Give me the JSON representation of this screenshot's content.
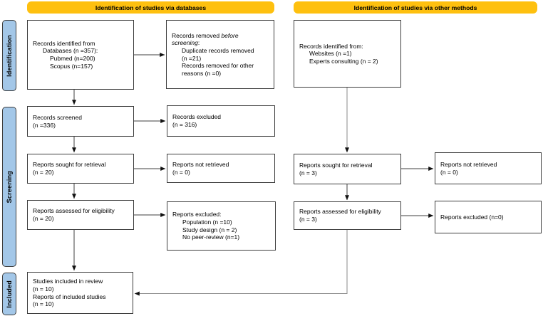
{
  "colors": {
    "banner_yellow": "#FEC00F",
    "stage_blue": "#A3C7E8",
    "box_border": "#3D3D3D",
    "line_dark": "#3F3F3F",
    "line_gray": "#8A8A8A"
  },
  "headers": {
    "databases": "Identification of studies via databases",
    "other_methods": "Identification of studies via other methods"
  },
  "stages": [
    {
      "label": "Identification"
    },
    {
      "label": "Screening"
    },
    {
      "label": "Included"
    }
  ],
  "nodes": {
    "records_identified_db": {
      "lines": [
        "Records identified from",
        "Databases (n =357):",
        "Pubmed (n=200)",
        "Scopus (n=157)"
      ]
    },
    "records_removed": {
      "line1_normal": "Records removed ",
      "line1_italic": "before",
      "line2_italic": "screening",
      "line2_suffix": ":",
      "lines": [
        "Duplicate records removed",
        "(n =21)",
        "Records removed for other",
        "reasons (n =0)"
      ]
    },
    "records_screened": {
      "lines": [
        "Records screened",
        "(n =336)"
      ]
    },
    "records_excluded": {
      "lines": [
        "Records excluded",
        "(n = 316)"
      ]
    },
    "reports_sought_db": {
      "lines": [
        "Reports sought for retrieval",
        "(n = 20)"
      ]
    },
    "reports_not_retrieved_db": {
      "lines": [
        "Reports not retrieved",
        "(n = 0)"
      ]
    },
    "reports_assessed_db": {
      "lines": [
        "Reports assessed for eligibility",
        "(n = 20)"
      ]
    },
    "reports_excluded_db": {
      "lines": [
        "Reports excluded:",
        "Population (n =10)",
        "Study design (n = 2)",
        "No peer-review (n=1)"
      ]
    },
    "studies_included": {
      "lines": [
        "Studies included in review",
        "(n = 10)",
        "Reports of included studies",
        "(n = 10)"
      ]
    },
    "records_identified_other": {
      "lines": [
        "Records identified from:",
        "Websites (n =1)",
        "Experts consulting (n = 2)"
      ]
    },
    "reports_sought_other": {
      "lines": [
        "Reports sought for retrieval",
        "(n = 3)"
      ]
    },
    "reports_not_retrieved_other": {
      "lines": [
        "Reports not retrieved",
        "(n = 0)"
      ]
    },
    "reports_assessed_other": {
      "lines": [
        "Reports assessed for eligibility",
        "(n = 3)"
      ]
    },
    "reports_excluded_other": {
      "lines": [
        "Reports excluded (n=0)"
      ]
    }
  }
}
